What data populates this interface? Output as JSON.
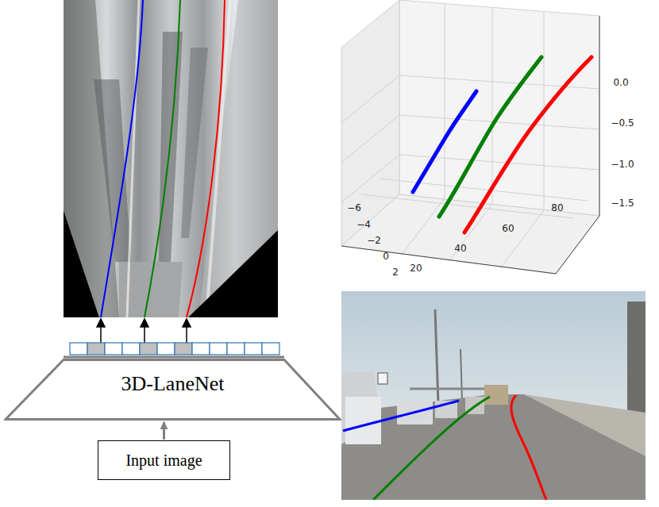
{
  "diagram": {
    "nodes": [
      {
        "text": [
          "3D-LaneNet"
        ]
      },
      {
        "text": [
          "Input image"
        ]
      }
    ],
    "edges": [
      {
        "from": 1,
        "to": 0,
        "arrow": "to"
      }
    ],
    "labels": [
      "0.0",
      "−0.5",
      "−1.0",
      "−1.5",
      "−6",
      "−4",
      "−2",
      "0",
      "2",
      "20",
      "40",
      "60",
      "80"
    ]
  }
}
